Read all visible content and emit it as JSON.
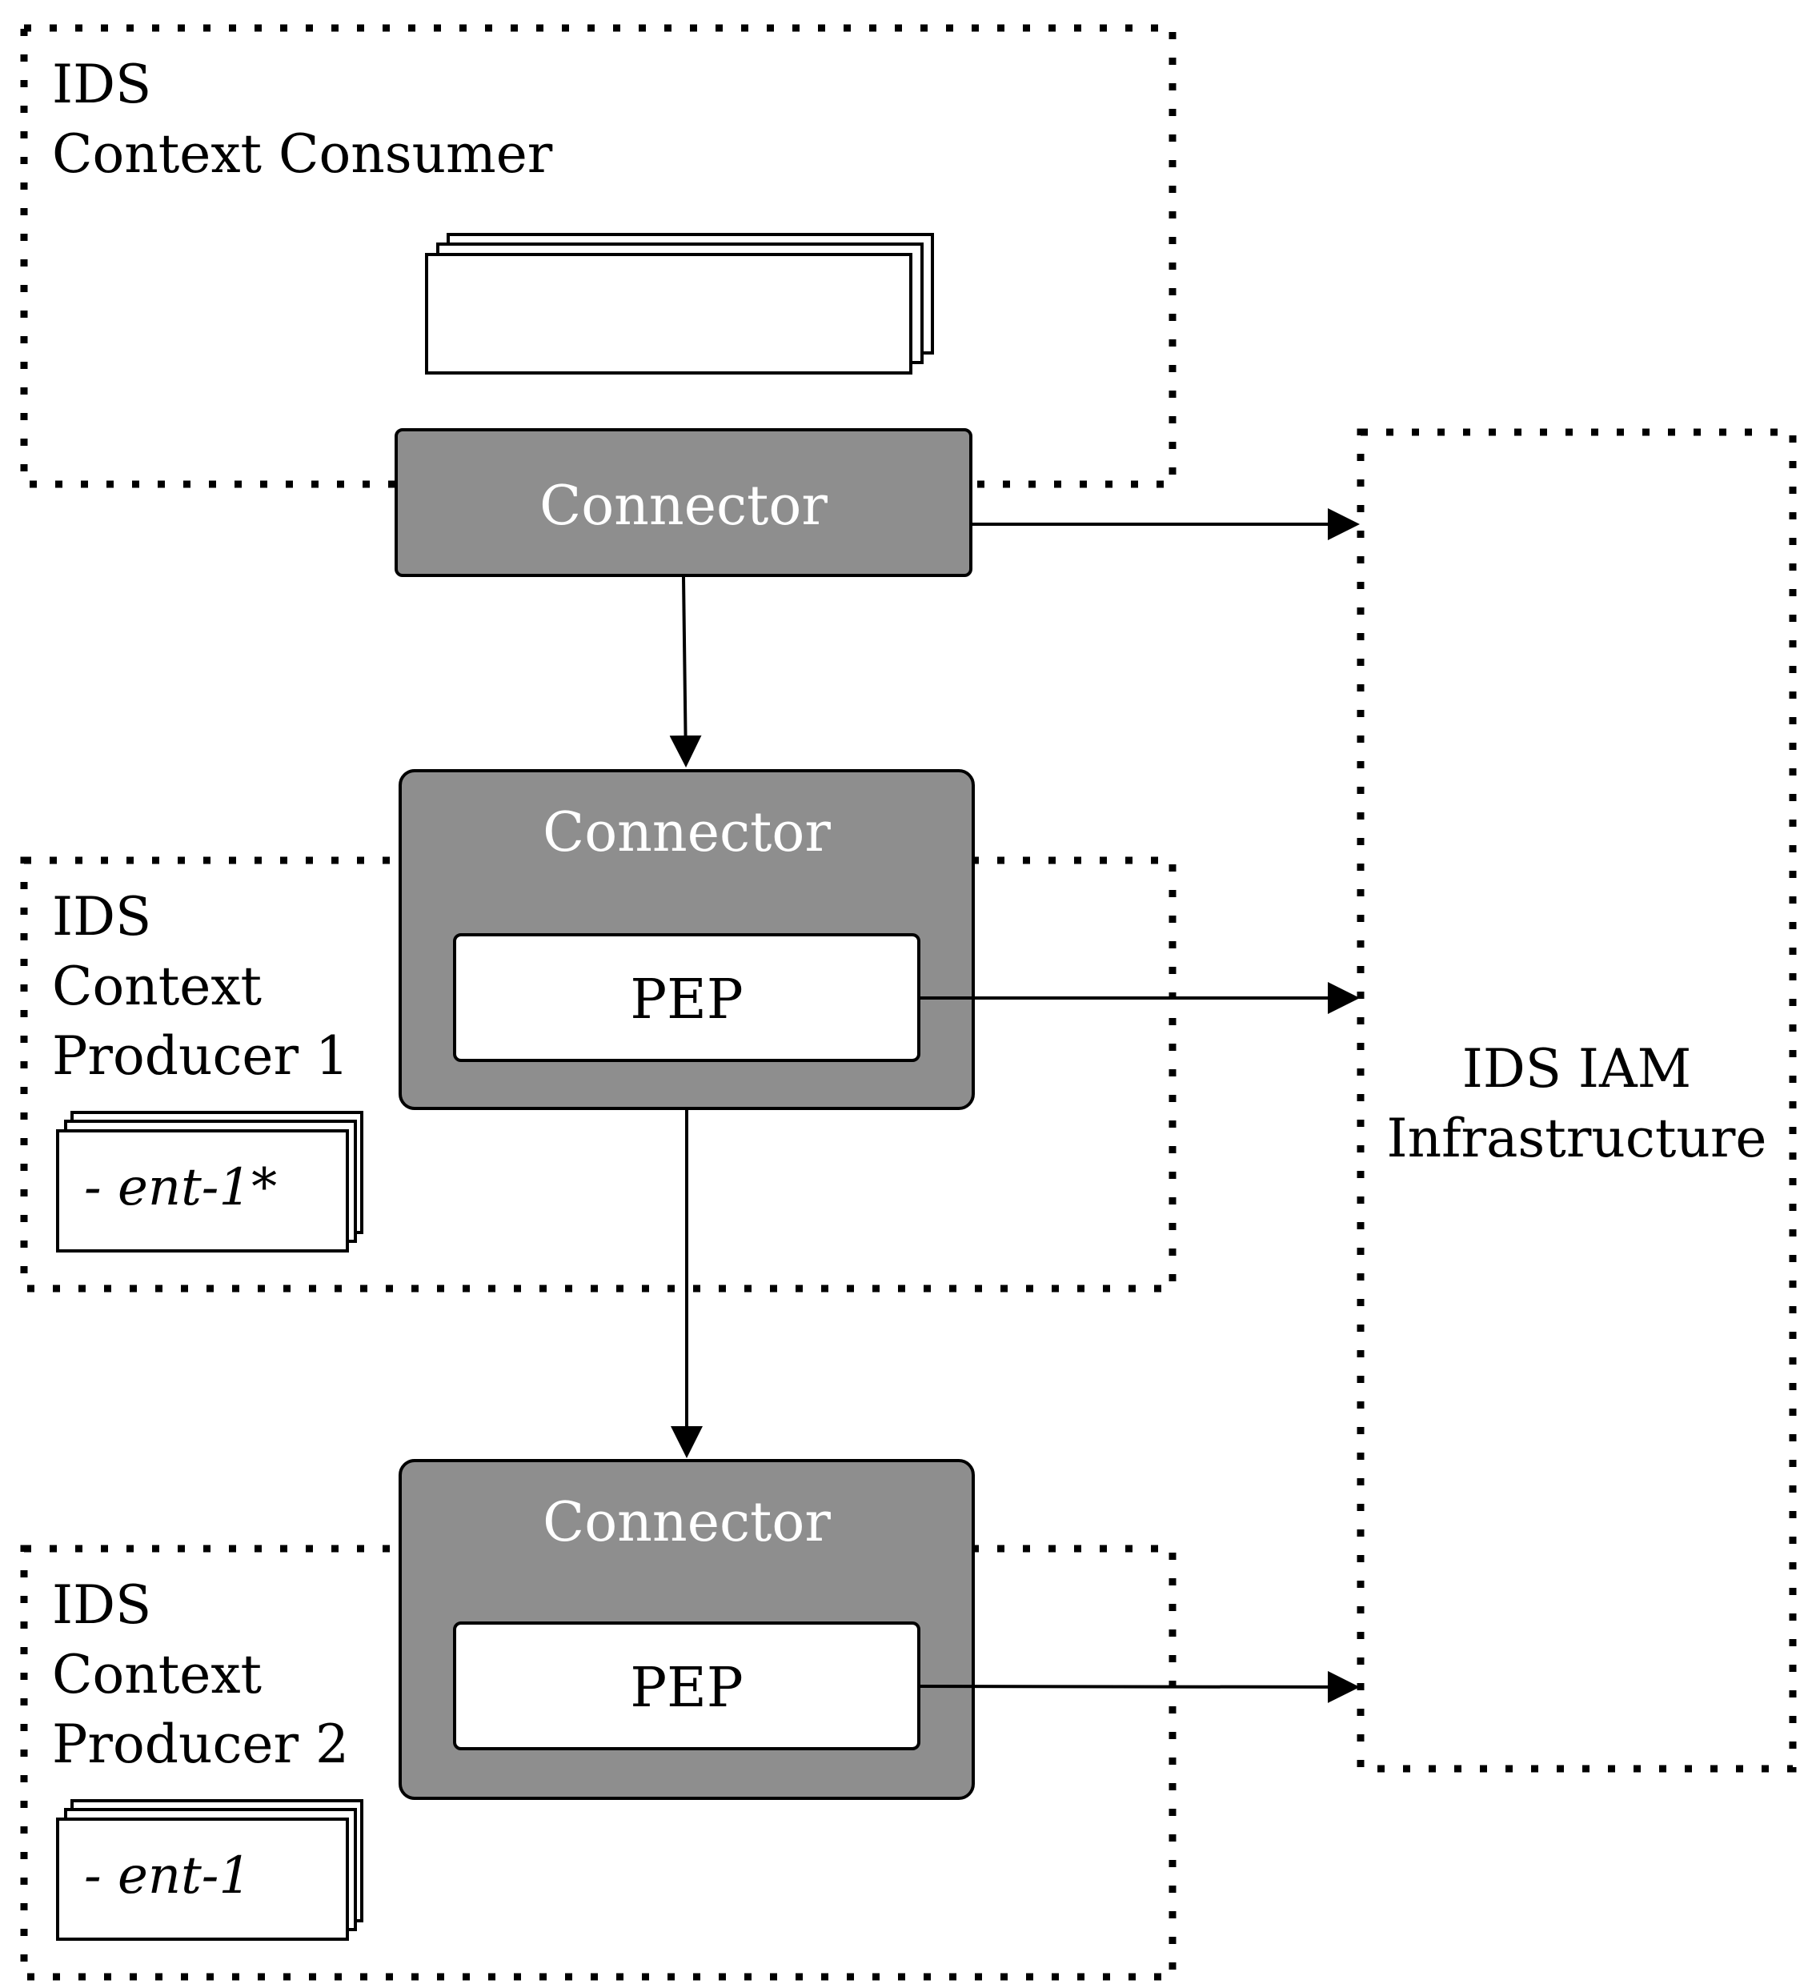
{
  "colors": {
    "connector_fill": "#8e8e8e",
    "stroke": "#000000",
    "connector_text": "#ffffff"
  },
  "consumer": {
    "title_line1": "IDS",
    "title_line2": "Context Consumer",
    "connector_label": "Connector"
  },
  "producer1": {
    "title_line1": "IDS",
    "title_line2": "Context",
    "title_line3": "Producer 1",
    "connector_label": "Connector",
    "pep_label": "PEP",
    "entity_label": "- ent-1*"
  },
  "producer2": {
    "title_line1": "IDS",
    "title_line2": "Context",
    "title_line3": "Producer 2",
    "connector_label": "Connector",
    "pep_label": "PEP",
    "entity_label": "- ent-1"
  },
  "iam": {
    "line1": "IDS IAM",
    "line2": "Infrastructure"
  }
}
